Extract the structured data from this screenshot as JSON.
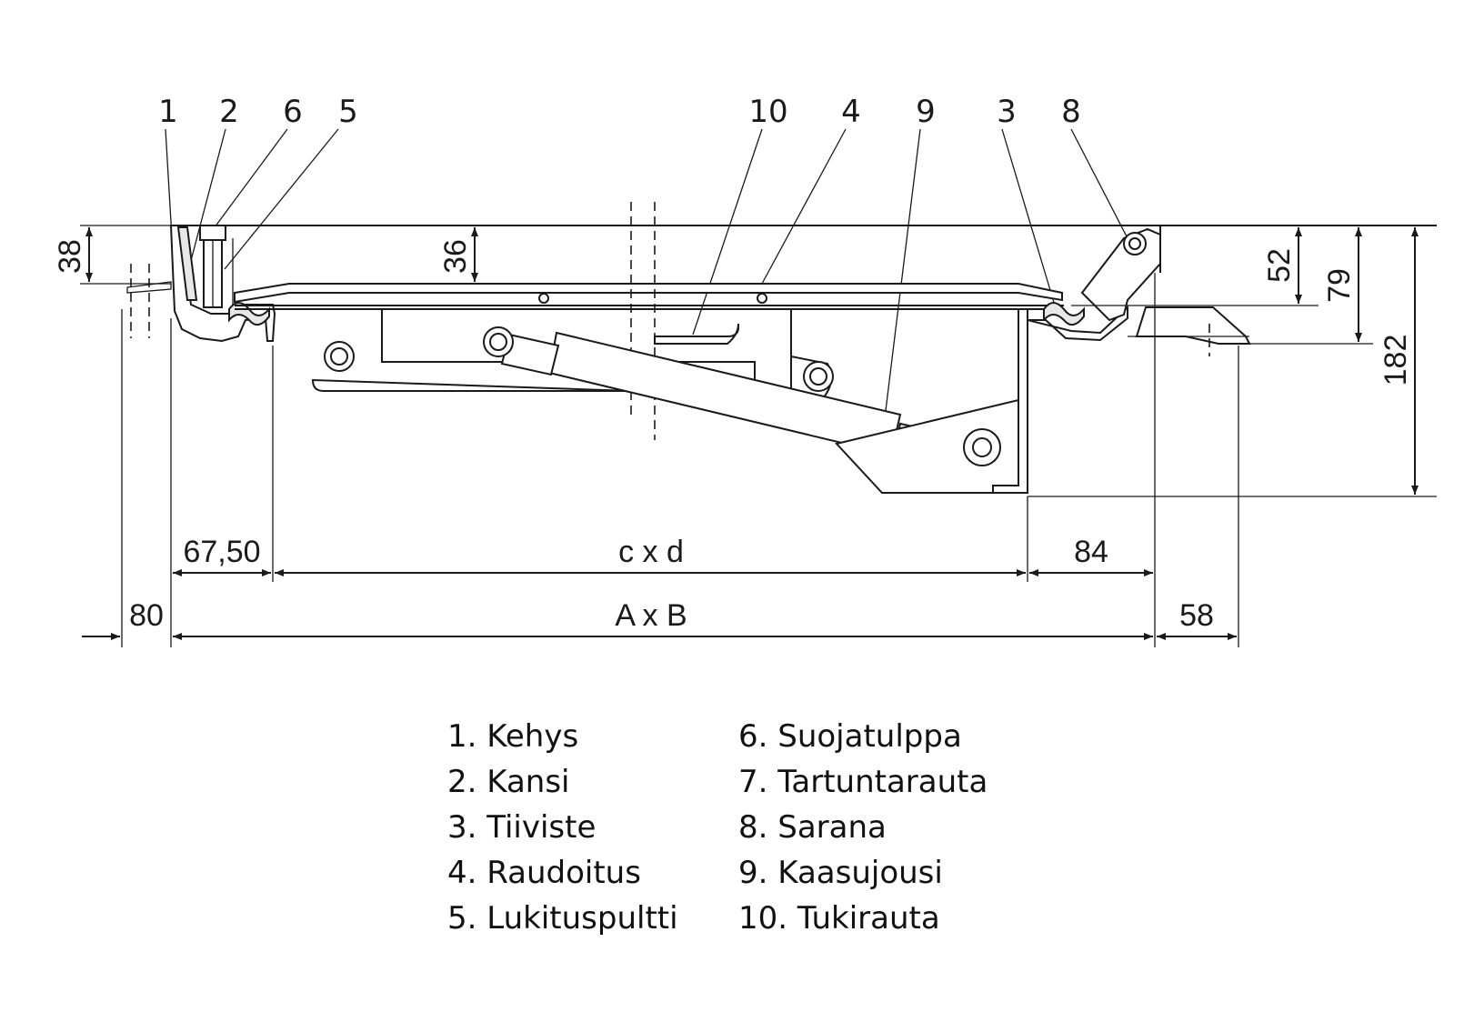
{
  "callouts": [
    "1",
    "2",
    "6",
    "5",
    "10",
    "4",
    "9",
    "3",
    "8"
  ],
  "dimensions": {
    "d38": "38",
    "d36": "36",
    "d52": "52",
    "d79": "79",
    "d182": "182",
    "d67": "67,50",
    "cxd": "c x d",
    "d84": "84",
    "d80": "80",
    "AxB": "A x B",
    "d58": "58"
  },
  "legend": {
    "left": [
      "1. Kehys",
      "2. Kansi",
      "3. Tiiviste",
      "4. Raudoitus",
      "5. Lukituspultti"
    ],
    "right": [
      "6. Suojatulppa",
      "7. Tartuntarauta",
      "8. Sarana",
      "9. Kaasujousi",
      "10. Tukirauta"
    ]
  }
}
